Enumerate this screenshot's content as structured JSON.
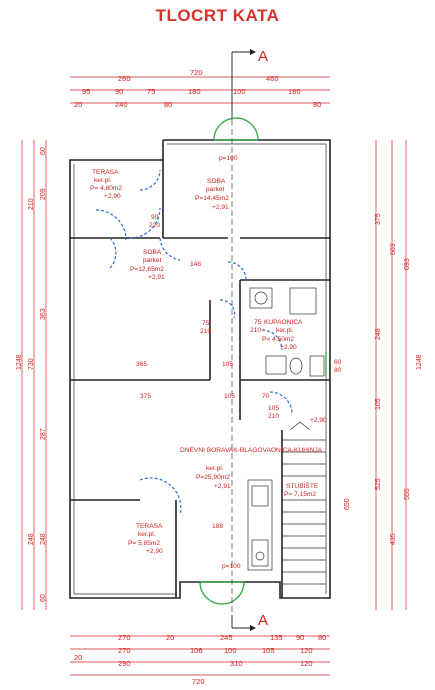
{
  "title": "TLOCRT KATA",
  "section_label": "A",
  "dims_top": {
    "row1": [
      "260",
      "720",
      "460"
    ],
    "row2": [
      "95",
      "90",
      "75",
      "180",
      "100",
      "180"
    ],
    "row3": [
      "20",
      "240",
      "80",
      "80"
    ]
  },
  "dims_bottom": {
    "row1": [
      "270",
      "20",
      "245",
      "135",
      "90",
      "80"
    ],
    "row2": [
      "270",
      "106",
      "100",
      "105",
      "120"
    ],
    "row3": [
      "20",
      "290",
      "310",
      "120"
    ],
    "row4": [
      "720"
    ]
  },
  "dims_left": {
    "outer": "1248",
    "mid": [
      "210",
      "730",
      "248"
    ],
    "inner": [
      "60",
      "209",
      "363",
      "287",
      "248",
      "60"
    ]
  },
  "dims_right": {
    "outer": "1248",
    "mid": [
      "603",
      "693"
    ],
    "inner": [
      "375",
      "248",
      "105",
      "525",
      "435",
      "555",
      "650"
    ]
  },
  "rooms": [
    {
      "name": "TERASA",
      "floor": "ker.pl.",
      "area": "P= 4,80m2",
      "height": "+2,90"
    },
    {
      "name": "SOBA",
      "floor": "parket",
      "area": "P=14,45m2",
      "height": "+2,91"
    },
    {
      "name": "SOBA",
      "floor": "parket",
      "area": "P=12,65m2",
      "height": "+2,91"
    },
    {
      "name": "KUPAONICA",
      "floor": "ker.pl.",
      "area": "P= 4,50m2",
      "height": "+2,90"
    },
    {
      "name": "DNEVNI BORAVAK-BLAGOVAONICA-KUHINJA",
      "floor": "ker.pl.",
      "area": "P=25,90m2",
      "height": "+2,91"
    },
    {
      "name": "STUBIŠTE",
      "floor": "",
      "area": "P= 7,15m2",
      "height": ""
    },
    {
      "name": "TERASA",
      "floor": "ker.pl.",
      "area": "P= 5,85m2",
      "height": "+2,90"
    }
  ],
  "internal_dims": [
    "p=100",
    "90",
    "220",
    "148",
    "75",
    "210",
    "75",
    "210",
    "365",
    "105",
    "375",
    "105",
    "70",
    "105",
    "210",
    "188",
    "p=100",
    "+2,90",
    "60",
    "80"
  ],
  "colors": {
    "accent": "#d22020",
    "title": "#d4322a",
    "walls": "#222222",
    "doors": "#2a6fd6",
    "windows": "#2fa84a"
  }
}
